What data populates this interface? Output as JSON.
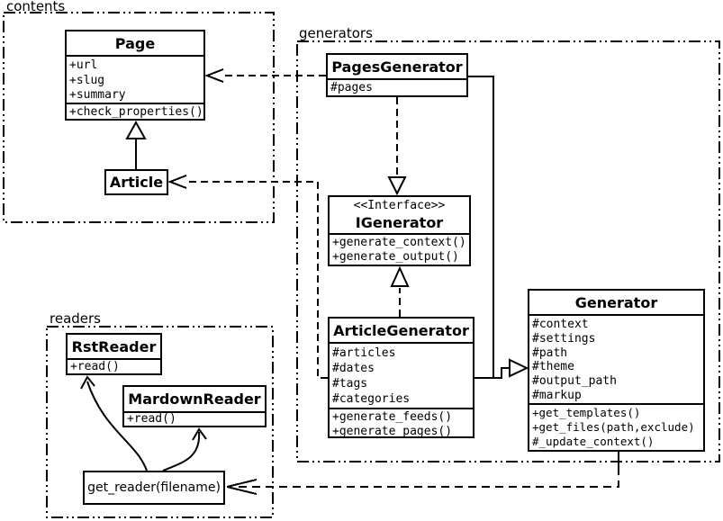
{
  "colors": {
    "line": "#000000",
    "background": "#ffffff"
  },
  "packages": {
    "contents": {
      "label": "contents"
    },
    "generators": {
      "label": "generators"
    },
    "readers": {
      "label": "readers"
    }
  },
  "classes": {
    "page": {
      "title": "Page",
      "attributes": [
        "+url",
        "+slug",
        "+summary"
      ],
      "methods": [
        "+check_properties()"
      ]
    },
    "article": {
      "title": "Article"
    },
    "pages_generator": {
      "title": "PagesGenerator",
      "attributes": [
        "#pages"
      ]
    },
    "igenerator": {
      "stereotype": "<<Interface>>",
      "title": "IGenerator",
      "methods": [
        "+generate_context()",
        "+generate_output()"
      ]
    },
    "article_generator": {
      "title": "ArticleGenerator",
      "attributes": [
        "#articles",
        "#dates",
        "#tags",
        "#categories"
      ],
      "methods": [
        "+generate_feeds()",
        "+generate_pages()"
      ]
    },
    "generator": {
      "title": "Generator",
      "attributes": [
        "#context",
        "#settings",
        "#path",
        "#theme",
        "#output_path",
        "#markup"
      ],
      "methods": [
        "+get_templates()",
        "+get_files(path,exclude)",
        "#_update_context()"
      ]
    },
    "rst_reader": {
      "title": "RstReader",
      "methods": [
        "+read()"
      ]
    },
    "mardown_reader": {
      "title": "MardownReader",
      "methods": [
        "+read()"
      ]
    },
    "get_reader": {
      "label": "get_reader(filename)"
    }
  },
  "relationships": [
    {
      "from": "Article",
      "to": "Page",
      "type": "generalization"
    },
    {
      "from": "PagesGenerator",
      "to": "Page",
      "type": "dependency"
    },
    {
      "from": "PagesGenerator",
      "to": "IGenerator",
      "type": "realization"
    },
    {
      "from": "PagesGenerator",
      "to": "Generator",
      "type": "generalization"
    },
    {
      "from": "ArticleGenerator",
      "to": "IGenerator",
      "type": "realization"
    },
    {
      "from": "ArticleGenerator",
      "to": "Generator",
      "type": "generalization"
    },
    {
      "from": "ArticleGenerator",
      "to": "Article",
      "type": "dependency"
    },
    {
      "from": "Generator",
      "to": "get_reader(filename)",
      "type": "dependency"
    },
    {
      "from": "get_reader(filename)",
      "to": "RstReader",
      "type": "arrow"
    },
    {
      "from": "get_reader(filename)",
      "to": "MardownReader",
      "type": "arrow"
    }
  ]
}
